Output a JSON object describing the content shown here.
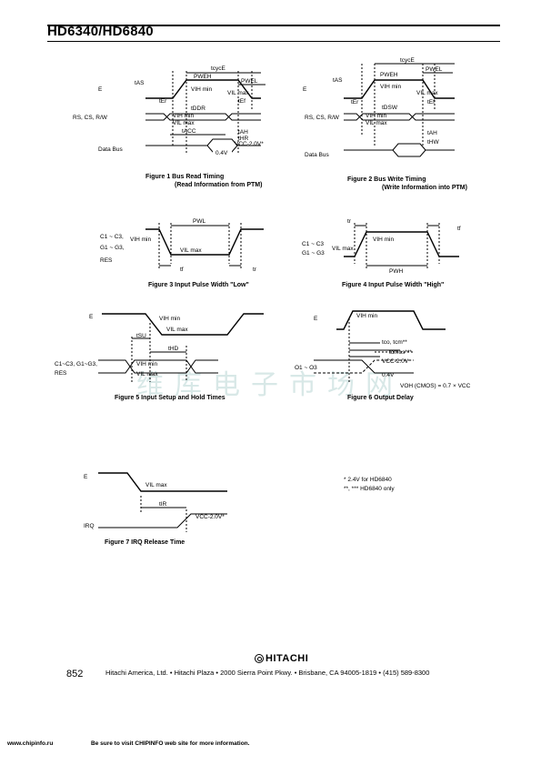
{
  "header": {
    "title": "HD6340/HD6840"
  },
  "figures": {
    "fig1": {
      "caption_line1": "Figure 1   Bus Read Timing",
      "caption_line2": "(Read Information from PTM)",
      "labels": {
        "E": "E",
        "signals": "RS, CS, R/W",
        "data_bus": "Data Bus",
        "tcyce": "tcycE",
        "tas": "tAS",
        "pweh": "PWEH",
        "pwel": "PWEL",
        "ter": "tEr",
        "tef": "tEf",
        "tddr": "tDDR",
        "tacc": "tACC",
        "tah": "tAH",
        "thr": "tHR",
        "vih_min": "VIH min",
        "vil_max": "VIL max",
        "vcc": "VCC-2.0V*",
        "v04": "0.4V"
      }
    },
    "fig2": {
      "caption_line1": "Figure 2   Bus Write Timing",
      "caption_line2": "(Write Information into PTM)",
      "labels": {
        "E": "E",
        "signals": "RS, CS, R/W",
        "data_bus": "Data Bus",
        "tcyce": "tcycE",
        "tas": "tAS",
        "pweh": "PWEH",
        "pwel": "PWEL",
        "ter": "tEr",
        "tef": "tEf",
        "tdsw": "tDSW",
        "tah": "tAH",
        "thw": "tHW",
        "vih_min": "VIH min",
        "vil_max": "VIL max"
      }
    },
    "fig3": {
      "caption": "Figure 3   Input Pulse Width \"Low\"",
      "labels": {
        "signal1": "C1 ~ C3,",
        "signal2": "G1 ~ G3,",
        "signal3": "RES",
        "vih": "VIH min",
        "vil": "VIL max",
        "pwl": "PWL",
        "tf": "tf",
        "tr": "tr"
      }
    },
    "fig4": {
      "caption": "Figure 4   Input Pulse Width \"High\"",
      "labels": {
        "signal1": "C1 ~ C3",
        "signal2": "G1 ~ G3",
        "vih": "VIH min",
        "vil": "VIL max",
        "pwh": "PWH",
        "tr": "tr",
        "tf": "tf"
      }
    },
    "fig5": {
      "caption": "Figure 5   Input Setup and Hold Times",
      "labels": {
        "E": "E",
        "signal1": "C1~C3, G1~G3,",
        "signal2": "RES",
        "vih": "VIH min",
        "vil": "VIL max",
        "tsu": "tSU",
        "thd": "tHD"
      }
    },
    "fig6": {
      "caption": "Figure 6   Output Delay",
      "labels": {
        "E": "E",
        "outputs": "O1 ~ O3",
        "vih": "VIH min",
        "tco_cm": "tco, tcm**",
        "tcmos": "tcmos***",
        "vcc": "VCC-2.0V",
        "v04": "0.4V",
        "voh": "VOH (CMOS) = 0.7 × VCC"
      }
    },
    "fig7": {
      "caption": "Figure 7   IRQ Release Time",
      "labels": {
        "E": "E",
        "irq": "IRQ",
        "vil": "VIL max",
        "tir": "tIR",
        "vcc": "VCC-2.0V*"
      }
    }
  },
  "notes": {
    "line1": "* 2.4V for HD6840",
    "line2": "**, *** HD6840 only"
  },
  "footer": {
    "page_number": "852",
    "logo_text": "HITACHI",
    "address": "Hitachi America, Ltd. • Hitachi Plaza • 2000 Sierra Point Pkwy. • Brisbane, CA 94005-1819 • (415) 589-8300",
    "site": "www.chipinfo.ru",
    "message": "Be sure to visit CHIPINFO web site for more information."
  },
  "watermark": "维库电子市场网"
}
